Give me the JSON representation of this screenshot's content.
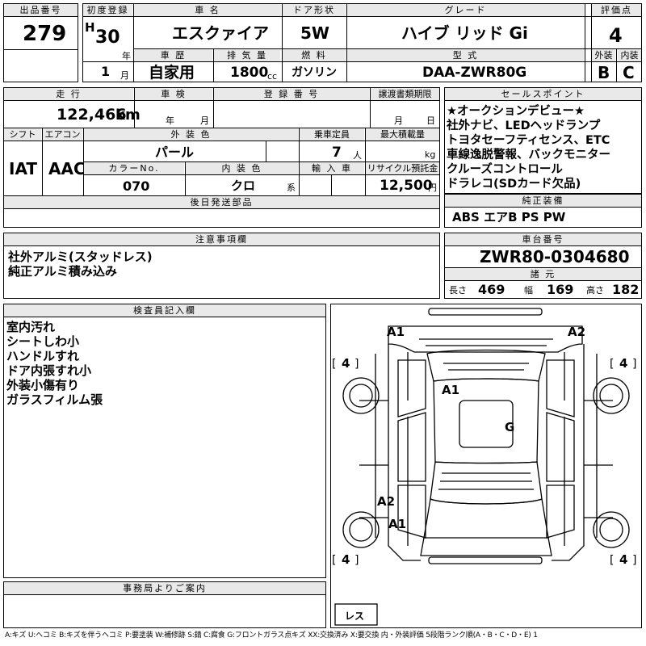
{
  "header": {
    "lot_label": "出品番号",
    "lot": "279",
    "first_reg_label": "初度登録",
    "era": "H",
    "year": "30",
    "year_unit": "年",
    "month": "1",
    "month_unit": "月",
    "name_label": "車 名",
    "name": "エスクァイア",
    "door_label": "ドア形状",
    "door": "5W",
    "grade_label": "グレード",
    "grade": "ハイブ リッド Gi",
    "score_label": "評価点",
    "score": "4",
    "history_label": "車 歴",
    "history": "自家用",
    "displacement_label": "排 気 量",
    "displacement": "1800",
    "displacement_unit": "cc",
    "fuel_label": "燃 料",
    "fuel": "ガソリン",
    "model_label": "型 式",
    "model": "DAA-ZWR80G",
    "ext_label": "外装",
    "ext_grade": "B",
    "int_label": "内装",
    "int_grade": "C"
  },
  "row2": {
    "mileage_label": "走 行",
    "mileage": "122,466",
    "mileage_unit": "km",
    "inspection_label": "車 検",
    "insp_year_unit": "年",
    "insp_month_unit": "月",
    "regno_label": "登 録 番 号",
    "transfer_label": "譲渡書類期限",
    "transfer_month_unit": "月",
    "transfer_day_unit": "日",
    "shift_label": "シフト",
    "shift": "IAT",
    "ac_label": "エアコン",
    "ac": "AAC",
    "color_label": "外 装 色",
    "color": "パール",
    "capacity_label": "乗車定員",
    "capacity": "7",
    "capacity_unit": "人",
    "load_label": "最大積載量",
    "load_unit": "kg",
    "colorno_label": "カラーNo.",
    "colorno": "070",
    "intcolor_label": "内 装 色",
    "intcolor": "クロ",
    "intcolor_unit": "系",
    "import_label": "輸 入 車",
    "recycle_label": "リサイクル預託金",
    "recycle": "12,500",
    "recycle_unit": "円"
  },
  "sales_points": {
    "label": "セールスポイント",
    "items": [
      "★オークションデビュー★",
      "社外ナビ、LEDヘッドランプ",
      "トヨタセーフティセンス、ETC",
      "車線逸脱警報、バックモニター",
      "クルーズコントロール",
      "ドラレコ(SDカード欠品)"
    ]
  },
  "later_parts": {
    "label": "後日発送部品"
  },
  "equipment": {
    "label": "純正装備",
    "value": "ABS エアB PS PW"
  },
  "notes": {
    "label": "注意事項欄",
    "lines": [
      "社外アルミ(スタッドレス)",
      "純正アルミ積み込み"
    ]
  },
  "chassis": {
    "label": "車台番号",
    "value": "ZWR80-0304680"
  },
  "specs": {
    "label": "諸 元",
    "length_label": "長さ",
    "length": "469",
    "width_label": "幅",
    "width": "169",
    "height_label": "高さ",
    "height": "182"
  },
  "inspector": {
    "label": "検査員記入欄",
    "lines": [
      "室内汚れ",
      "シートしわ小",
      "ハンドルすれ",
      "ドア内張すれ小",
      "外装小傷有り",
      "ガラスフィルム張"
    ]
  },
  "office": {
    "label": "事務局よりご案内"
  },
  "diagram": {
    "marks": {
      "a1_top_left": "A1",
      "a2_top_right": "A2",
      "a1_roof": "A1",
      "g_glass": "G",
      "a2_lower": "A2",
      "a1_lower": "A1"
    },
    "tires": {
      "tl": "4",
      "tr": "4",
      "bl": "4",
      "br": "4"
    },
    "spare": "レス",
    "bracket_l": "[",
    "bracket_r": "]"
  },
  "legend": {
    "text": "A:キズ U:ヘコミ B:キズを伴うヘコミ P:要塗装 W:補修跡 S:錆 C:腐食 G:フロントガラス点キズ XX:交換済み X:要交換 内・外装評価 5段階ランク順(A・B・C・D・E) 1"
  }
}
